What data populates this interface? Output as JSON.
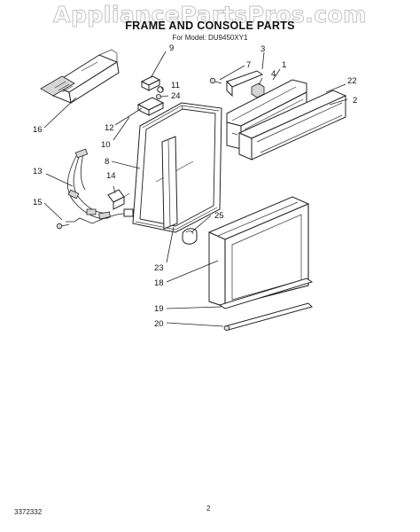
{
  "header": {
    "watermark": "AppliancePartsPros.com",
    "title": "FRAME AND CONSOLE PARTS",
    "subtitle": "For Model: DU9450XY1"
  },
  "footer": {
    "doc_number": "3372332",
    "page_number": "2"
  },
  "callouts": [
    "1",
    "2",
    "3",
    "4",
    "7",
    "8",
    "9",
    "10",
    "11",
    "12",
    "13",
    "14",
    "15",
    "16",
    "18",
    "19",
    "20",
    "22",
    "23",
    "24",
    "25"
  ]
}
